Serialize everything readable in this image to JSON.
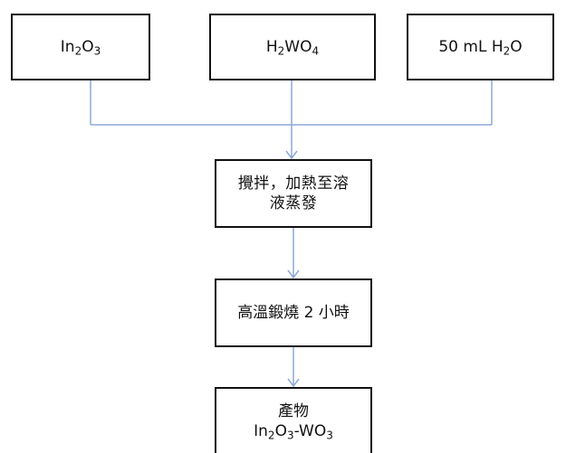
{
  "diagram": {
    "reactants": [
      {
        "id": "in2o3",
        "segments": [
          [
            "In",
            ""
          ],
          [
            "2",
            "sub"
          ],
          [
            "O",
            ""
          ],
          [
            "3",
            "sub"
          ]
        ]
      },
      {
        "id": "h2wo4",
        "segments": [
          [
            "H",
            ""
          ],
          [
            "2",
            "sub"
          ],
          [
            "WO",
            ""
          ],
          [
            "4",
            "sub"
          ]
        ]
      },
      {
        "id": "water",
        "segments": [
          [
            "50 mL H",
            ""
          ],
          [
            "2",
            "sub"
          ],
          [
            "O",
            ""
          ]
        ]
      }
    ],
    "steps": {
      "stir": {
        "lines": [
          "攪拌，加熱至溶",
          "液蒸發"
        ]
      },
      "calcine": {
        "lines": [
          "高溫鍛燒 2 小時"
        ]
      },
      "product": {
        "label": "產物",
        "formula_segments": [
          [
            "In",
            ""
          ],
          [
            "2",
            "sub"
          ],
          [
            "O",
            ""
          ],
          [
            "3",
            "sub"
          ],
          [
            "-WO",
            ""
          ],
          [
            "3",
            "sub"
          ]
        ]
      }
    },
    "colors": {
      "connector": "#8EA9D6",
      "box_border": "#111111",
      "text": "#111111"
    }
  }
}
